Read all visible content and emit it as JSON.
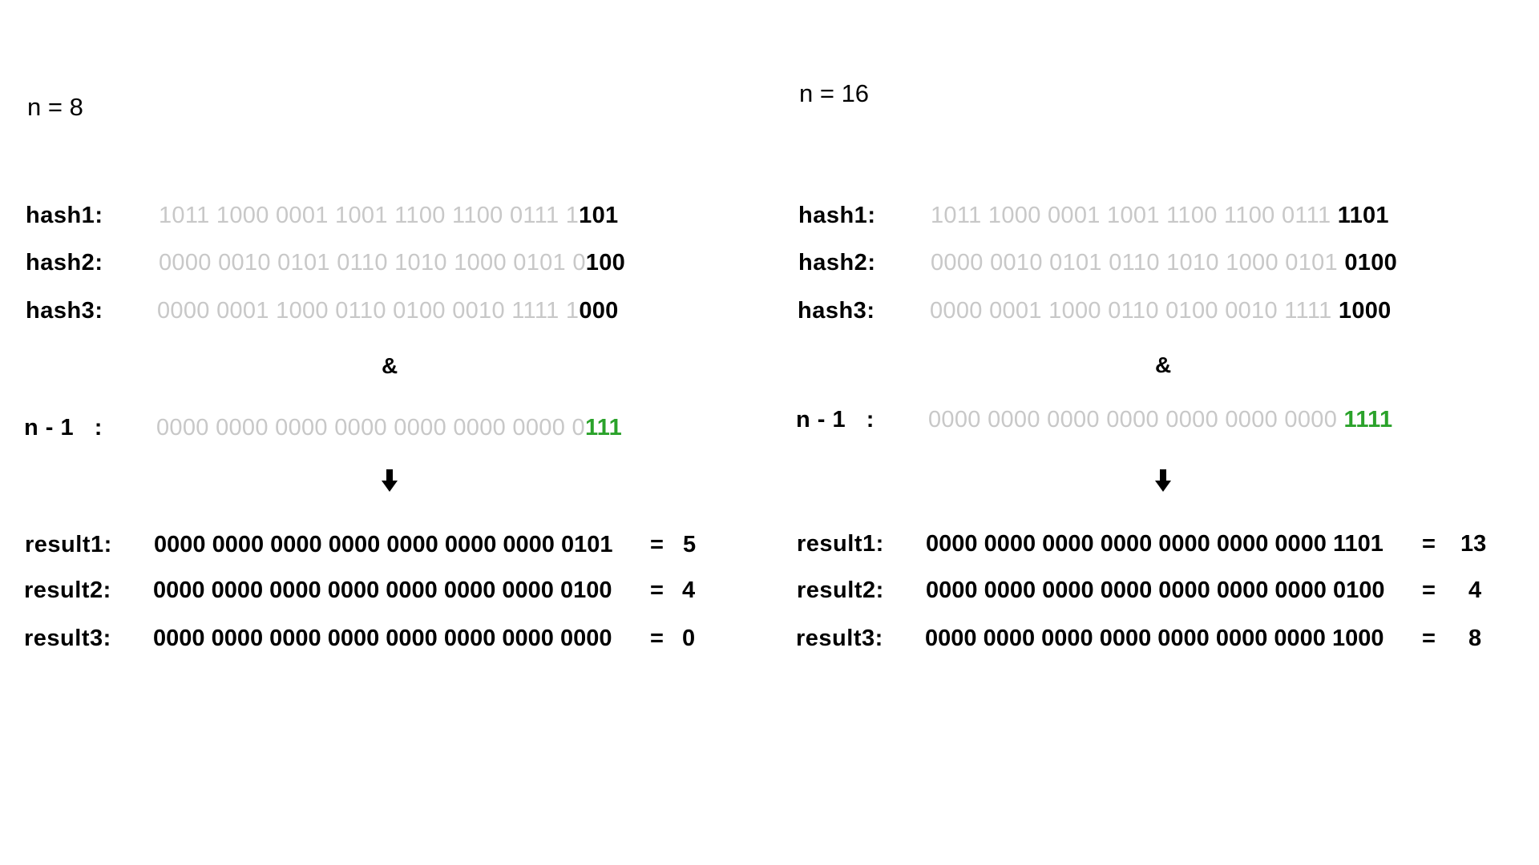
{
  "left": {
    "title": "n = 8",
    "hashes": [
      {
        "label": "hash1:",
        "dim": "1011 1000 0001 1001 1100 1100 0111 1",
        "hi": "101"
      },
      {
        "label": "hash2:",
        "dim": "0000 0010 0101 0110 1010 1000 0101 0",
        "hi": "100"
      },
      {
        "label": "hash3:",
        "dim": "0000 0001 1000 0110 0100 0010 1111 1",
        "hi": "000"
      }
    ],
    "and_op": "&",
    "mask": {
      "label": "n - 1   :",
      "dim": "0000 0000 0000 0000 0000 0000 0000 0",
      "hi": "111"
    },
    "results": [
      {
        "label": "result1:",
        "bits": "0000 0000 0000 0000 0000 0000 0000 0101",
        "eq": "=",
        "value": "5"
      },
      {
        "label": "result2:",
        "bits": "0000 0000 0000 0000 0000 0000 0000 0100",
        "eq": "=",
        "value": "4"
      },
      {
        "label": "result3:",
        "bits": "0000 0000 0000 0000 0000 0000 0000 0000",
        "eq": "=",
        "value": "0"
      }
    ]
  },
  "right": {
    "title": "n = 16",
    "hashes": [
      {
        "label": "hash1:",
        "dim": "1011 1000 0001 1001 1100 1100 0111 ",
        "hi": "1101"
      },
      {
        "label": "hash2:",
        "dim": "0000 0010 0101 0110 1010 1000 0101 ",
        "hi": "0100"
      },
      {
        "label": "hash3:",
        "dim": "0000 0001 1000 0110 0100 0010 1111 ",
        "hi": "1000"
      }
    ],
    "and_op": "&",
    "mask": {
      "label": "n - 1   :",
      "dim": "0000 0000 0000 0000 0000 0000 0000 ",
      "hi": "1111"
    },
    "results": [
      {
        "label": "result1:",
        "bits": "0000 0000 0000 0000 0000 0000 0000 1101",
        "eq": "=",
        "value": "13"
      },
      {
        "label": "result2:",
        "bits": "0000 0000 0000 0000 0000 0000 0000 0100",
        "eq": "=",
        "value": "4"
      },
      {
        "label": "result3:",
        "bits": "0000 0000 0000 0000 0000 0000 0000 1000",
        "eq": "=",
        "value": "8"
      }
    ]
  }
}
